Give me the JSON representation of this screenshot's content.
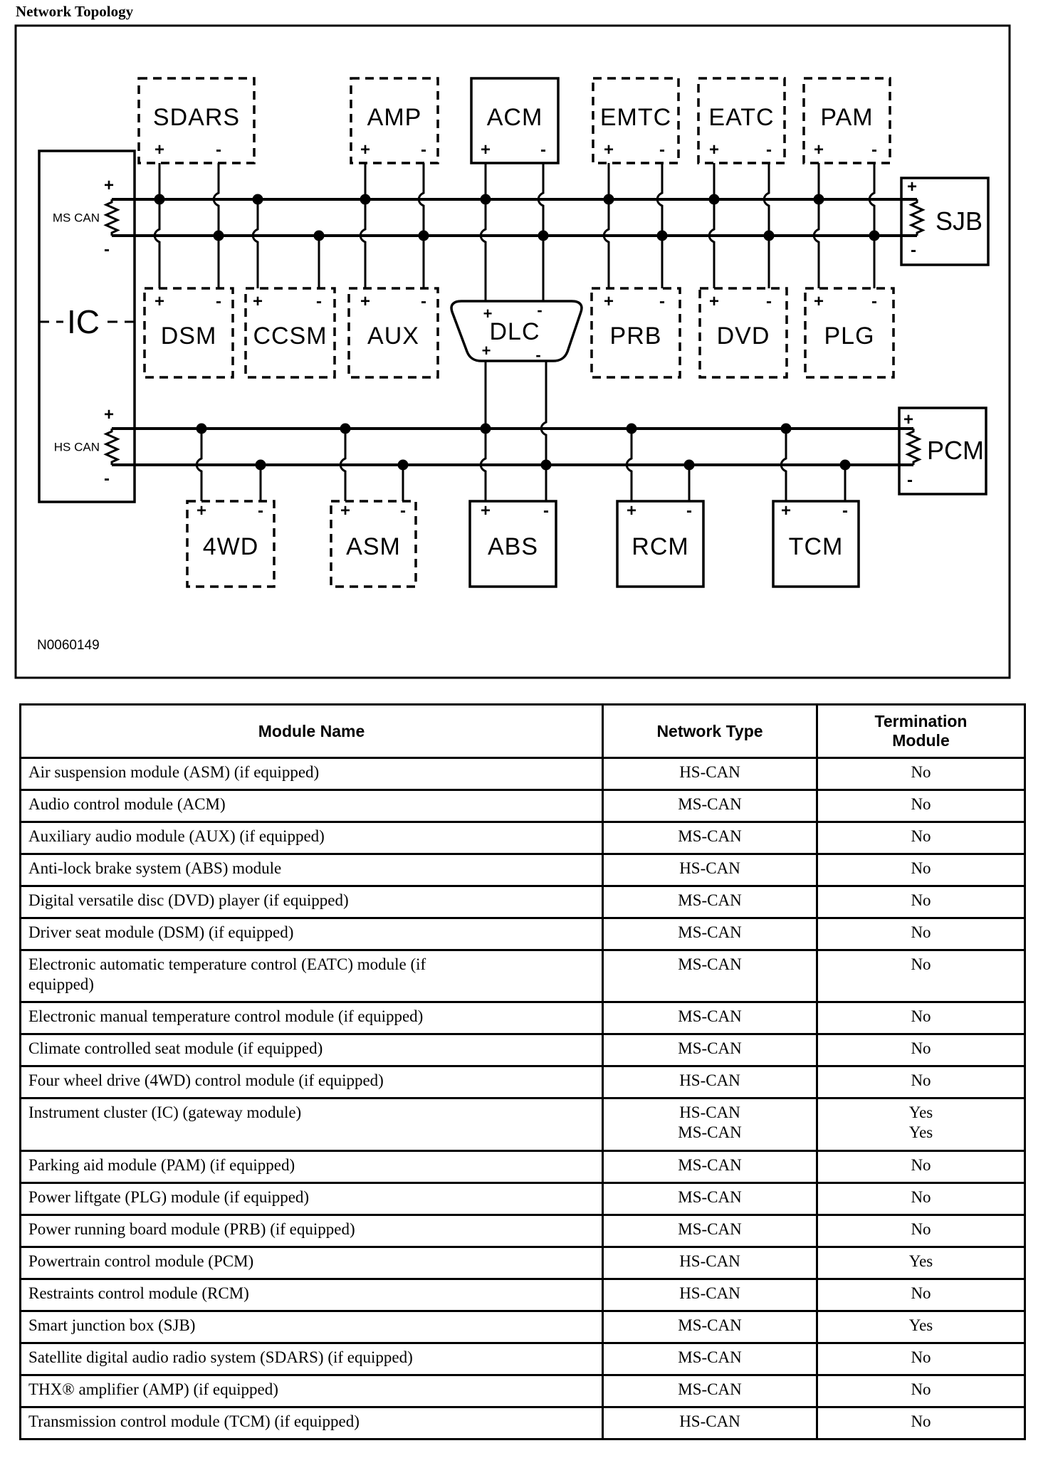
{
  "title": "Network Topology",
  "figure_id": "N0060149",
  "diagram": {
    "plus": "+",
    "minus": "-",
    "ms_can_label": "MS CAN",
    "hs_can_label": "HS CAN",
    "ic_label": "IC",
    "sjb_label": "SJB",
    "pcm_label": "PCM",
    "dlc_label": "DLC",
    "top_modules": [
      "SDARS",
      "AMP",
      "ACM",
      "EMTC",
      "EATC",
      "PAM"
    ],
    "mid_modules": [
      "DSM",
      "CCSM",
      "AUX",
      "PRB",
      "DVD",
      "PLG"
    ],
    "bottom_modules": [
      "4WD",
      "ASM",
      "ABS",
      "RCM",
      "TCM"
    ],
    "line_color": "#000000",
    "background_color": "#ffffff"
  },
  "table": {
    "headers": [
      "Module Name",
      "Network Type",
      "Termination\nModule"
    ],
    "rows": [
      {
        "name": "Air suspension module (ASM) (if equipped)",
        "network": "HS-CAN",
        "termination": "No"
      },
      {
        "name": "Audio control module (ACM)",
        "network": "MS-CAN",
        "termination": "No"
      },
      {
        "name": "Auxiliary audio module (AUX) (if equipped)",
        "network": "MS-CAN",
        "termination": "No"
      },
      {
        "name": "Anti-lock brake system (ABS) module",
        "network": "HS-CAN",
        "termination": "No"
      },
      {
        "name": "Digital versatile disc (DVD) player (if equipped)",
        "network": "MS-CAN",
        "termination": "No"
      },
      {
        "name": "Driver seat module (DSM) (if equipped)",
        "network": "MS-CAN",
        "termination": "No"
      },
      {
        "name": "Electronic automatic temperature control (EATC) module (if\nequipped)",
        "network": "MS-CAN",
        "termination": "No"
      },
      {
        "name": "Electronic manual temperature control module (if equipped)",
        "network": "MS-CAN",
        "termination": "No"
      },
      {
        "name": "Climate controlled seat module (if equipped)",
        "network": "MS-CAN",
        "termination": "No"
      },
      {
        "name": "Four wheel drive (4WD) control module (if equipped)",
        "network": "HS-CAN",
        "termination": "No"
      },
      {
        "name": "Instrument cluster (IC) (gateway module)",
        "network": "HS-CAN\nMS-CAN",
        "termination": "Yes\nYes"
      },
      {
        "name": "Parking aid module (PAM) (if equipped)",
        "network": "MS-CAN",
        "termination": "No"
      },
      {
        "name": "Power liftgate (PLG) module (if equipped)",
        "network": "MS-CAN",
        "termination": "No"
      },
      {
        "name": "Power running board module (PRB) (if equipped)",
        "network": "MS-CAN",
        "termination": "No"
      },
      {
        "name": "Powertrain control module (PCM)",
        "network": "HS-CAN",
        "termination": "Yes"
      },
      {
        "name": "Restraints control module (RCM)",
        "network": "HS-CAN",
        "termination": "No"
      },
      {
        "name": "Smart junction box (SJB)",
        "network": "MS-CAN",
        "termination": "Yes"
      },
      {
        "name": "Satellite digital audio radio system (SDARS) (if equipped)",
        "network": "MS-CAN",
        "termination": "No"
      },
      {
        "name": "THX® amplifier (AMP) (if equipped)",
        "network": "MS-CAN",
        "termination": "No"
      },
      {
        "name": "Transmission control module (TCM) (if equipped)",
        "network": "HS-CAN",
        "termination": "No"
      }
    ]
  }
}
